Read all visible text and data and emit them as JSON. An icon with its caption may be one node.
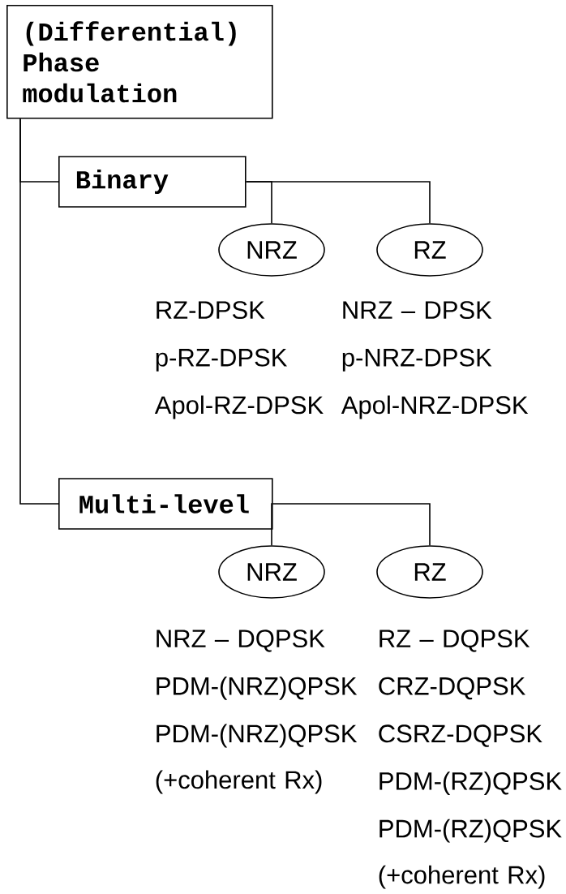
{
  "diagram": {
    "nodes": [
      {
        "text": [
          "(Differential) Phase modulation"
        ]
      },
      {
        "text": [
          "Binary"
        ]
      },
      {
        "text": [
          "NRZ"
        ],
        "beside": [
          "RZ-DPSK",
          "p-RZ-DPSK",
          "Apol-RZ-DPSK"
        ]
      },
      {
        "text": [
          "RZ"
        ],
        "beside": [
          "NRZ – DPSK",
          "p-NRZ-DPSK",
          "Apol-NRZ-DPSK"
        ]
      },
      {
        "text": [
          "Multi-level"
        ]
      },
      {
        "text": [
          "NRZ"
        ],
        "beside": [
          "NRZ – DQPSK",
          "PDM-(NRZ)QPSK",
          "PDM-(NRZ)QPSK (+coherent Rx)"
        ]
      },
      {
        "text": [
          "RZ"
        ],
        "beside": [
          "RZ – DQPSK",
          "CRZ-DQPSK",
          "CSRZ-DQPSK",
          "PDM-(RZ)QPSK",
          "PDM-(RZ)QPSK (+coherent Rx)"
        ]
      }
    ],
    "edges": [
      {
        "from": 0,
        "to": 1,
        "arrow": "none"
      },
      {
        "from": 1,
        "to": 2,
        "arrow": "none"
      },
      {
        "from": 1,
        "to": 3,
        "arrow": "none"
      },
      {
        "from": 0,
        "to": 4,
        "arrow": "none"
      },
      {
        "from": 4,
        "to": 5,
        "arrow": "none"
      },
      {
        "from": 4,
        "to": 6,
        "arrow": "none"
      }
    ]
  }
}
